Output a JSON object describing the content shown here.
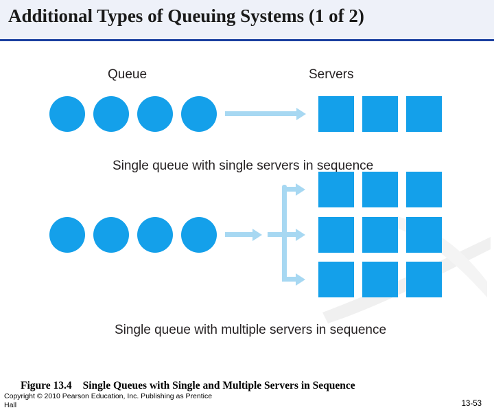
{
  "slide": {
    "title": "Additional Types of Queuing Systems (1 of 2)",
    "accent_color": "#1a3fa0",
    "title_bg_color": "#eef1f9",
    "shape_color": "#14a0ea",
    "arrow_color": "#a7d8f2"
  },
  "figure": {
    "labels": {
      "queue": "Queue",
      "servers": "Servers"
    },
    "captions": {
      "top": "Single queue with single servers in sequence",
      "bottom": "Single queue with multiple servers in sequence"
    },
    "diagram_top": {
      "queue_units": 4,
      "server_units": 3,
      "arrows": 1
    },
    "diagram_bottom": {
      "queue_units": 4,
      "server_rows": 3,
      "server_cols": 3,
      "arrows": 4
    }
  },
  "footer": {
    "figure_number": "Figure 13.4",
    "figure_title": "Single Queues with Single and Multiple Servers in Sequence",
    "copyright_line_1": "Copyright © 2010 Pearson Education, Inc. Publishing as Prentice",
    "copyright_line_2": "Hall",
    "page_number": "13-53"
  }
}
